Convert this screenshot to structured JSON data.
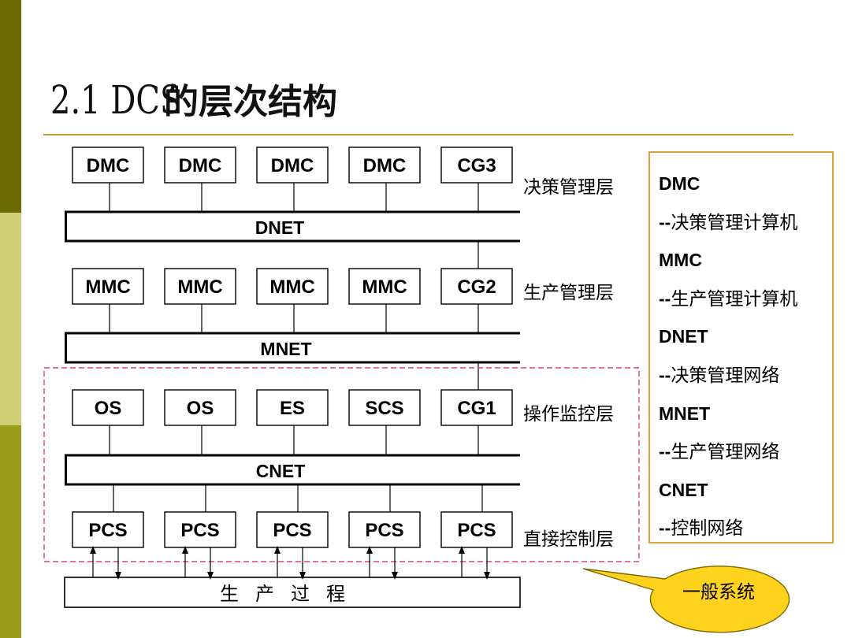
{
  "title": {
    "number": "2.1 DCS",
    "text": "的层次结构"
  },
  "colors": {
    "stripe_dark": "#6b6b00",
    "stripe_light": "#cfcf78",
    "stripe_mid": "#9c9c1c",
    "title_rule": "#b6a23c",
    "dashed_box": "#e0407a",
    "legend_border": "#e0a040",
    "callout_fill": "#ffd21e"
  },
  "layers": [
    {
      "label": "决策管理层",
      "nodes": [
        "DMC",
        "DMC",
        "DMC",
        "DMC",
        "CG3"
      ],
      "bus": "DNET"
    },
    {
      "label": "生产管理层",
      "nodes": [
        "MMC",
        "MMC",
        "MMC",
        "MMC",
        "CG2"
      ],
      "bus": "MNET"
    },
    {
      "label": "操作监控层",
      "nodes": [
        "OS",
        "OS",
        "ES",
        "SCS",
        "CG1"
      ],
      "bus": "CNET"
    },
    {
      "label": "直接控制层",
      "nodes": [
        "PCS",
        "PCS",
        "PCS",
        "PCS",
        "PCS"
      ]
    }
  ],
  "process": "生产过程",
  "legend": [
    {
      "term": "DMC",
      "desc": "决策管理计算机"
    },
    {
      "term": "MMC",
      "desc": "生产管理计算机"
    },
    {
      "term": "DNET",
      "desc": "决策管理网络"
    },
    {
      "term": "MNET",
      "desc": "生产管理网络"
    },
    {
      "term": "CNET",
      "desc": "控制网络"
    }
  ],
  "callout": "一般系统"
}
